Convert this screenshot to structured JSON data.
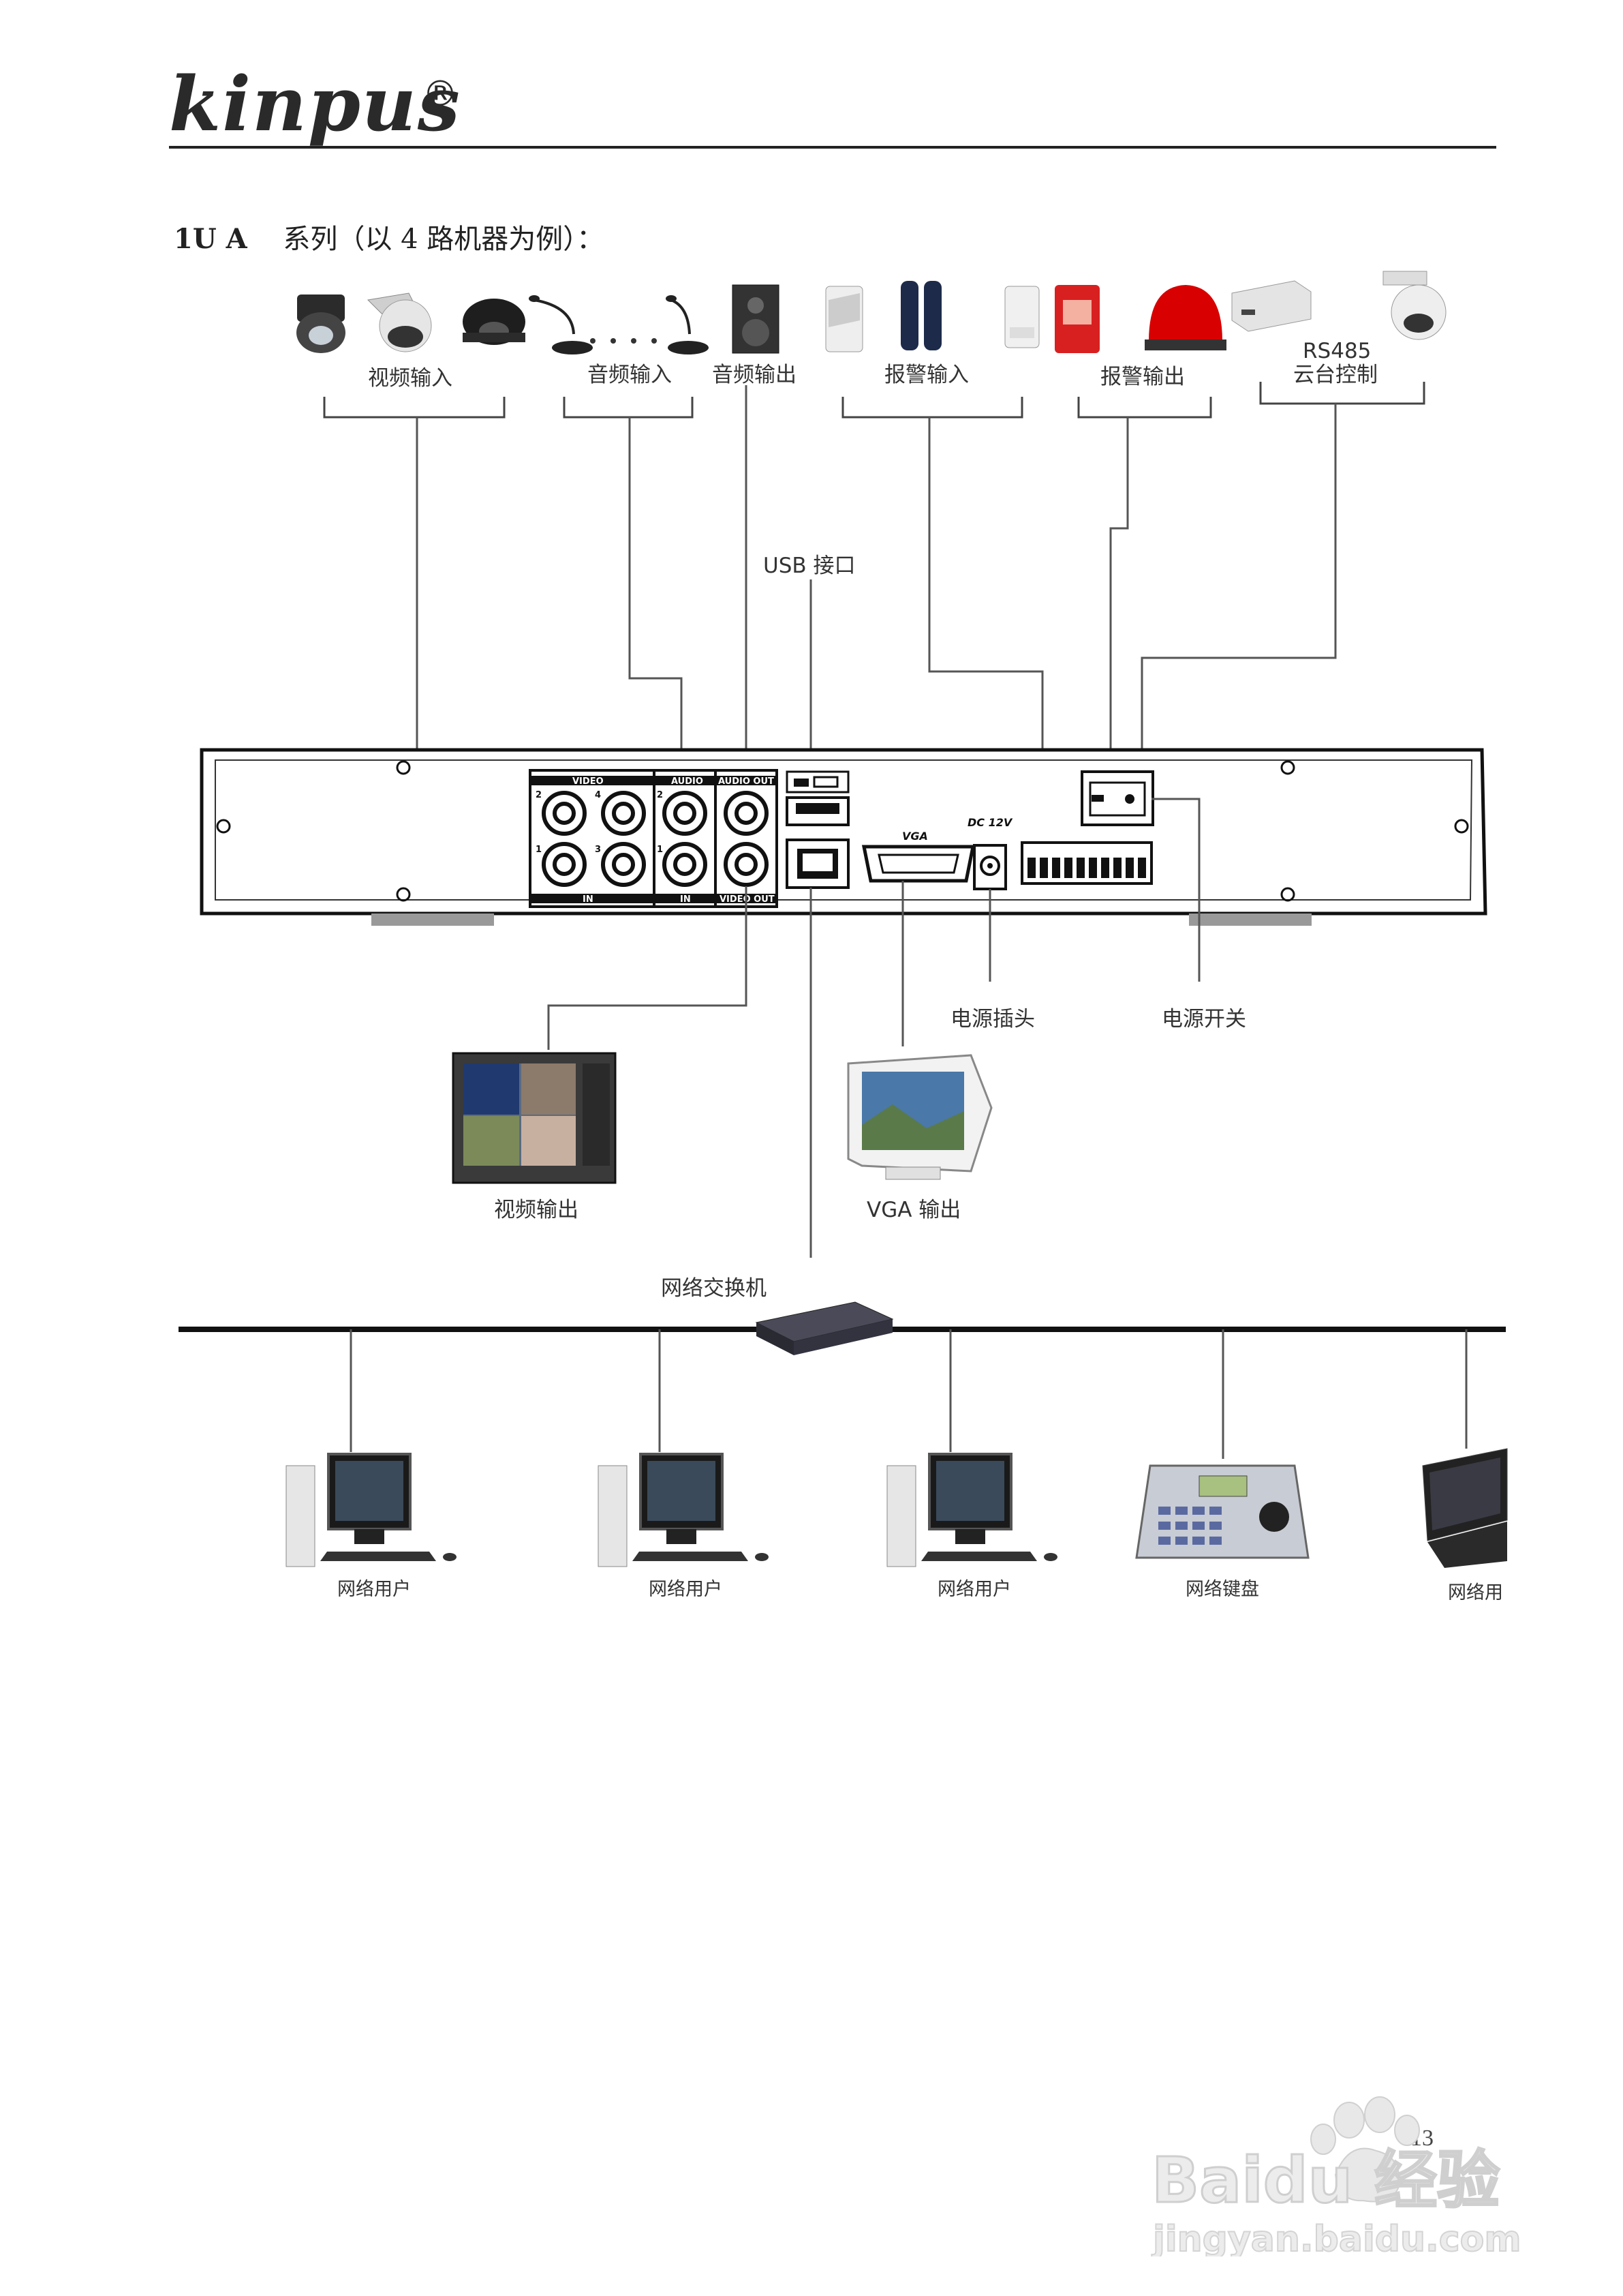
{
  "header": {
    "brand": "kinpus",
    "reg_mark": "®"
  },
  "section": {
    "model": "1U A",
    "title_suffix": "系列（以 4 路机器为例）："
  },
  "top_devices": {
    "video_in": "视频输入",
    "audio_in": "音频输入",
    "audio_out": "音频输出",
    "alarm_in": "报警输入",
    "alarm_out": "报警输出",
    "ptz_line1": "RS485",
    "ptz_line2": "云台控制"
  },
  "usb": "USB 接口",
  "panel": {
    "video": "VIDEO",
    "audio": "AUDIO",
    "audio_out": "AUDIO OUT",
    "in": "IN",
    "video_out": "VIDEO OUT",
    "vga": "VGA",
    "dc": "DC 12V",
    "ch1": "1",
    "ch2": "2",
    "ch3": "3",
    "ch4": "4"
  },
  "power_plug": "电源插头",
  "power_switch": "电源开关",
  "video_out_monitor": "视频输出",
  "vga_out": "VGA 输出",
  "switch": "网络交换机",
  "network": {
    "user1": "网络用户",
    "user2": "网络用户",
    "user3": "网络用户",
    "keyboard": "网络键盘",
    "laptop": "网络用"
  },
  "page_number": "13",
  "watermark": {
    "line1": "Baidu 经验",
    "line2": "jingyan.baidu.com"
  }
}
